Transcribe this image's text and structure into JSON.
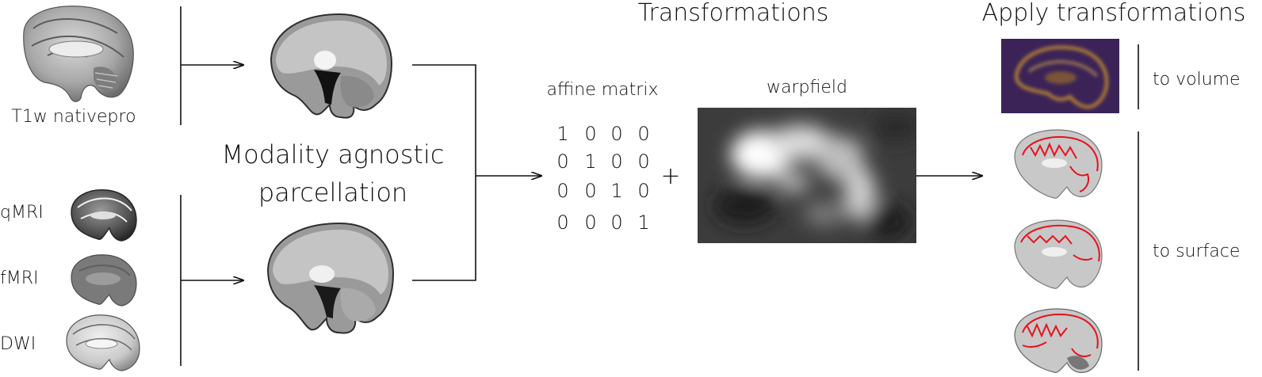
{
  "headings": {
    "transformations": "Transformations",
    "apply_transformations": "Apply transformations"
  },
  "inputs": {
    "t1w_label": "T1w nativepro",
    "modalities": [
      "qMRI",
      "fMRI",
      "DWI"
    ]
  },
  "parcellation": {
    "line1": "Modality agnostic",
    "line2": "parcellation"
  },
  "affine": {
    "label": "affine matrix",
    "rows": [
      [
        "1",
        "0",
        "0",
        "0"
      ],
      [
        "0",
        "1",
        "0",
        "0"
      ],
      [
        "0",
        "0",
        "1",
        "0"
      ],
      [
        "0",
        "0",
        "0",
        "1"
      ]
    ]
  },
  "plus": "+",
  "warpfield": {
    "label": "warpfield"
  },
  "outputs": {
    "to_volume": "to volume",
    "to_surface": "to surface"
  },
  "colors": {
    "contour": "#e8121c",
    "volume_bg": "#3b2358",
    "volume_fg": "#d49a2c",
    "parcel_dark": "#3a3a3a",
    "parcel_mid": "#9a9a9a",
    "parcel_light": "#c8c8c8"
  }
}
